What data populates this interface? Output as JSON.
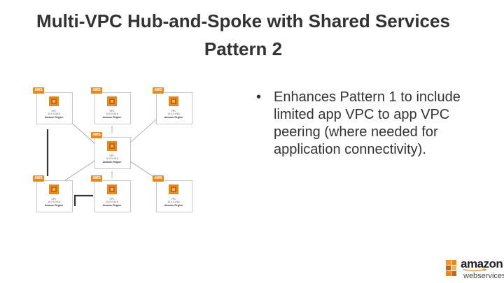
{
  "slide": {
    "title_line1": "Multi-VPC Hub-and-Spoke with Shared Services",
    "title_line2": "Pattern 2",
    "bullets": [
      "Enhances Pattern 1 to include limited app VPC to app VPC peering (where needed for application connectivity)."
    ]
  },
  "diagram": {
    "nodes": [
      {
        "id": "top-left",
        "tab": "AWS",
        "line1": "VPC",
        "line2": "10.0.0.0/16",
        "line3": "Amazon Region"
      },
      {
        "id": "top-middle",
        "tab": "AWS",
        "line1": "VPC",
        "line2": "10.0.0.0/16",
        "line3": "Amazon Region"
      },
      {
        "id": "top-right",
        "tab": "AWS",
        "line1": "VPC",
        "line2": "10.0.0.0/16",
        "line3": "Amazon Region"
      },
      {
        "id": "hub",
        "tab": "AWS",
        "line1": "VPC",
        "line2": "10.0.0.0/16",
        "line3": "Amazon Region"
      },
      {
        "id": "bottom-left",
        "tab": "AWS",
        "line1": "VPC",
        "line2": "10.0.0.0/16",
        "line3": "Amazon Region"
      },
      {
        "id": "bottom-middle",
        "tab": "AWS",
        "line1": "VPC",
        "line2": "10.0.0.0/16",
        "line3": "Amazon Region"
      },
      {
        "id": "bottom-right",
        "tab": "AWS",
        "line1": "VPC",
        "line2": "10.0.0.0/16",
        "line3": "Amazon Region"
      }
    ],
    "colors": {
      "aws_orange": "#e8891c",
      "vpc_dark_orange": "#c5661a",
      "peer_link": "#333333",
      "hub_link": "#999999"
    }
  },
  "logo": {
    "brand": "amazon",
    "sub": "webservices"
  }
}
